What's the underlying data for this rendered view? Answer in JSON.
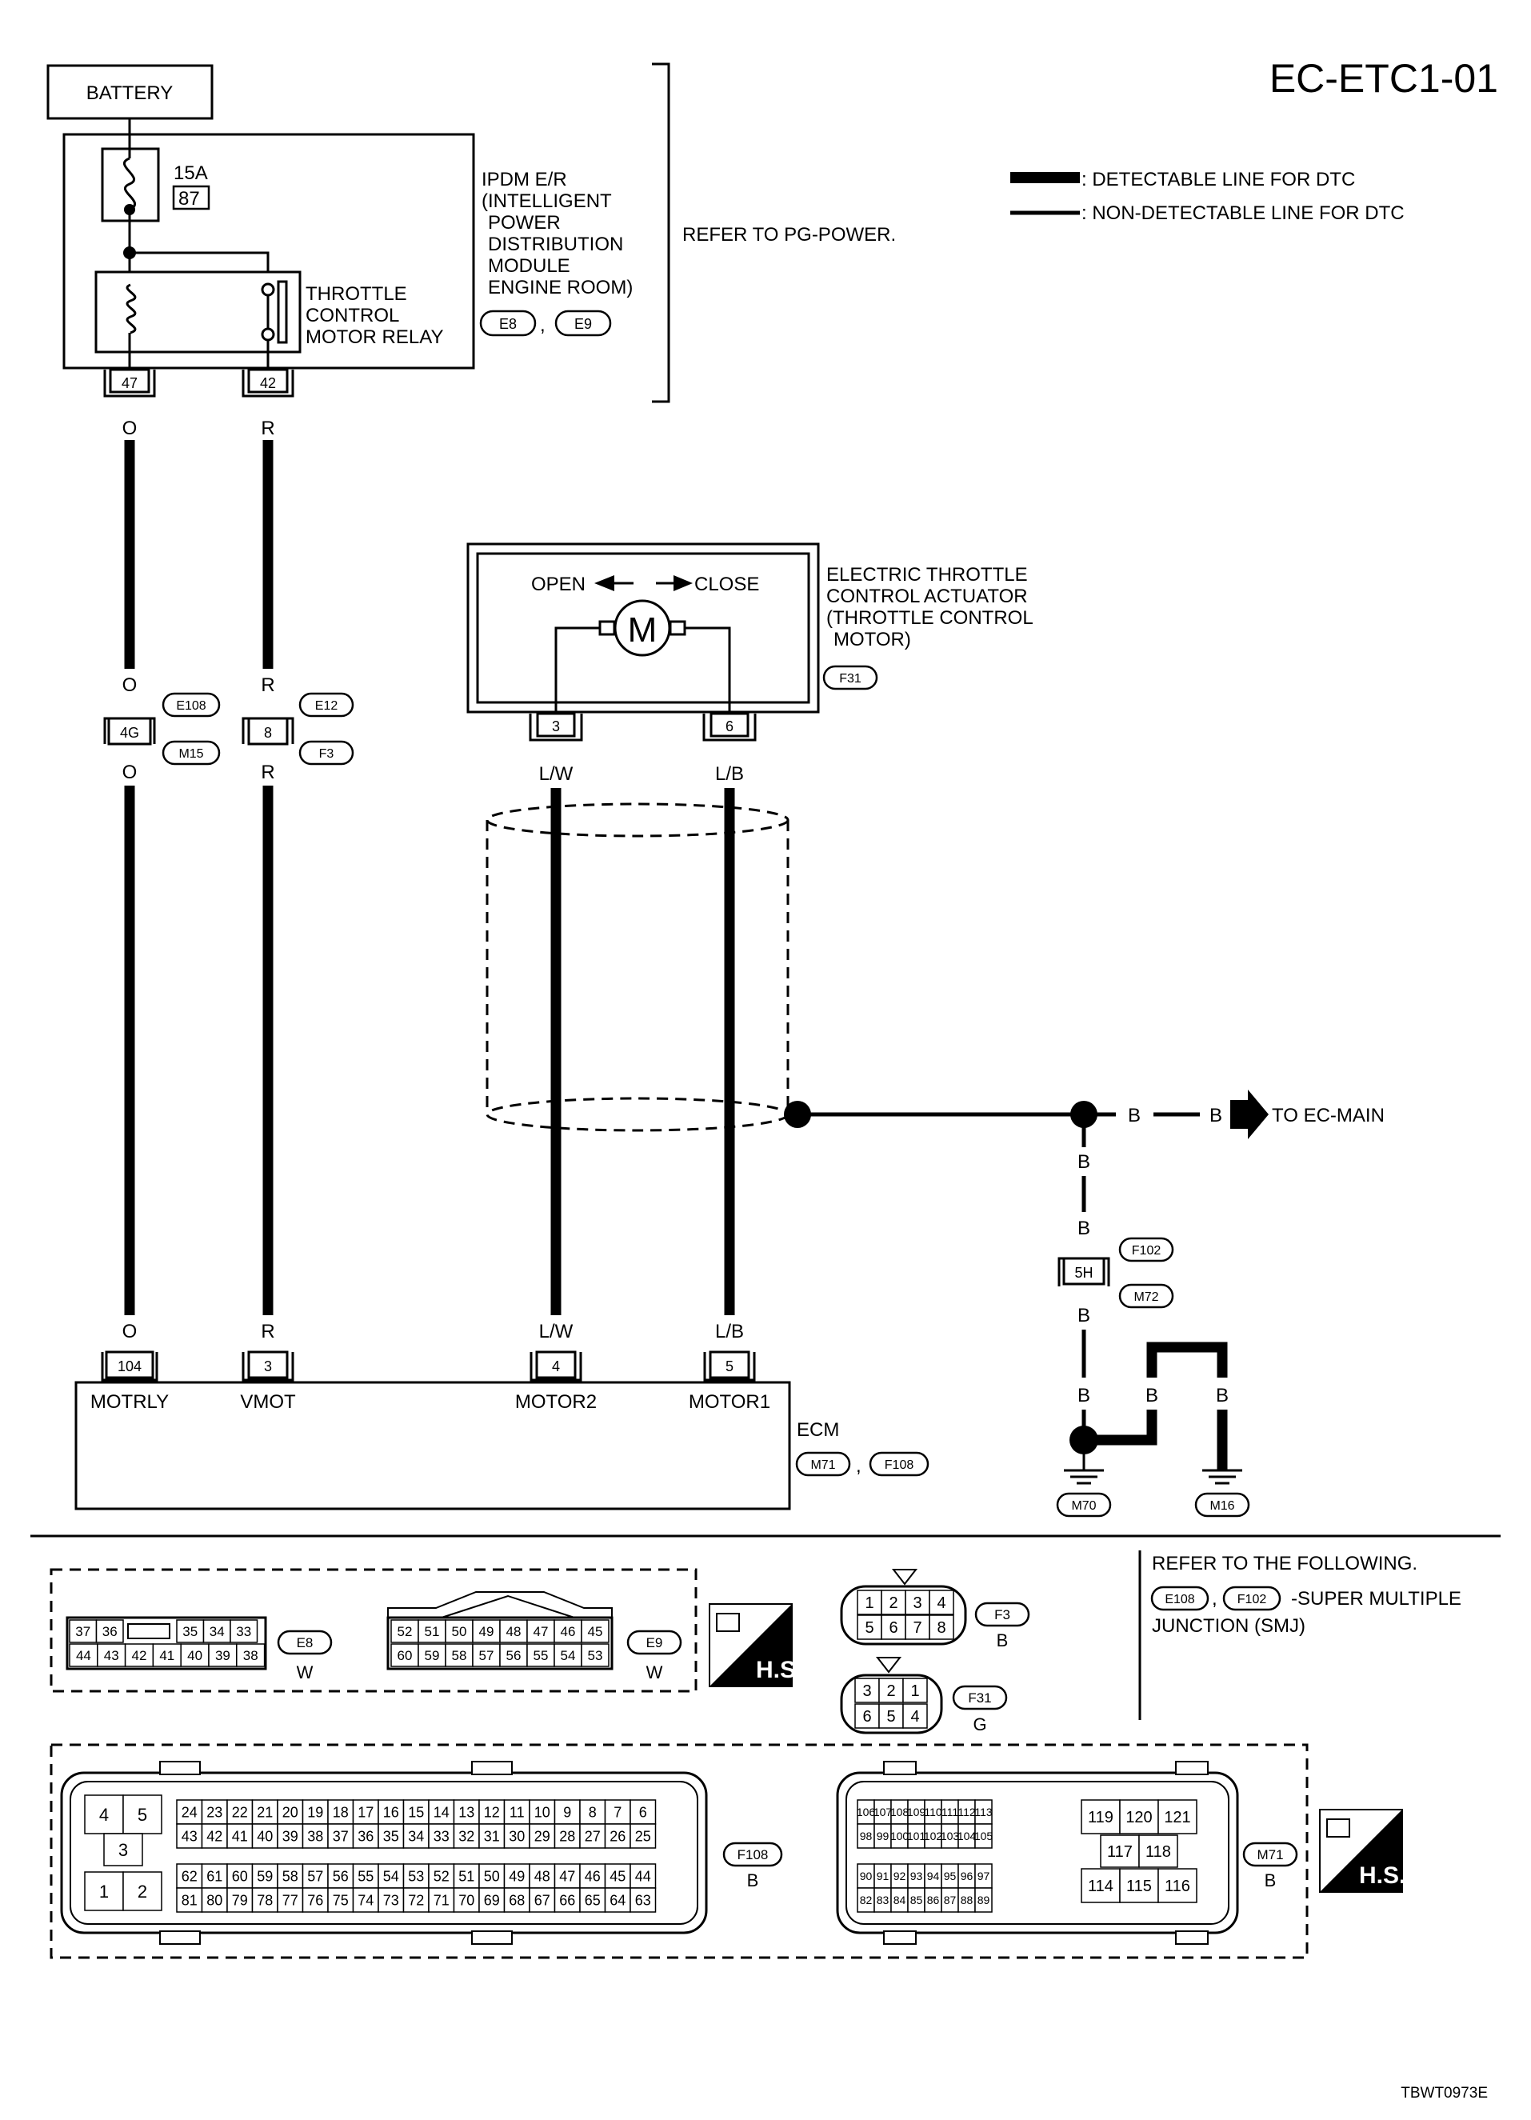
{
  "title": "EC-ETC1-01",
  "legend": {
    "detectable": ": DETECTABLE LINE FOR DTC",
    "non_detectable": ": NON-DETECTABLE LINE FOR DTC"
  },
  "battery": "BATTERY",
  "ipdm": {
    "fuse_amp": "15A",
    "fuse_no": "87",
    "lines": [
      "IPDM E/R",
      "(INTELLIGENT",
      "POWER",
      "DISTRIBUTION",
      "MODULE",
      "ENGINE ROOM)"
    ],
    "connectors": [
      "E8",
      "E9"
    ],
    "relay": [
      "THROTTLE",
      "CONTROL",
      "MOTOR RELAY"
    ],
    "pin_a": "47",
    "pin_b": "42",
    "refer": "REFER TO PG-POWER."
  },
  "actuator": {
    "lines": [
      "ELECTRIC THROTTLE",
      "CONTROL ACTUATOR",
      "(THROTTLE CONTROL",
      "MOTOR)"
    ],
    "connector": "F31",
    "open": "OPEN",
    "close": "CLOSE",
    "motor": "M",
    "pin_a": "3",
    "pin_b": "6"
  },
  "wires": {
    "o": "O",
    "r": "R",
    "lw": "L/W",
    "lb": "L/B",
    "b": "B"
  },
  "joints": {
    "j1_pin": "4G",
    "j1_top": "E108",
    "j1_bot": "M15",
    "j2_pin": "8",
    "j2_top": "E12",
    "j2_bot": "F3",
    "j3_pin": "5H",
    "j3_top": "F102",
    "j3_bot": "M72"
  },
  "to_main": "TO EC-MAIN",
  "grounds": [
    "M70",
    "M16"
  ],
  "ecm": {
    "label": "ECM",
    "connectors": [
      "M71",
      "F108"
    ],
    "pins": [
      "104",
      "3",
      "4",
      "5"
    ],
    "names": [
      "MOTRLY",
      "VMOT",
      "MOTOR2",
      "MOTOR1"
    ]
  },
  "connector_views": {
    "e8": {
      "id": "E8",
      "color": "W",
      "rows": [
        [
          "37",
          "36",
          "",
          "35",
          "34",
          "33"
        ],
        [
          "44",
          "43",
          "42",
          "41",
          "40",
          "39",
          "38"
        ]
      ]
    },
    "e9": {
      "id": "E9",
      "color": "W",
      "rows": [
        [
          "52",
          "51",
          "50",
          "49",
          "48",
          "47",
          "46",
          "45"
        ],
        [
          "60",
          "59",
          "58",
          "57",
          "56",
          "55",
          "54",
          "53"
        ]
      ]
    },
    "hs": "H.S.",
    "f3": {
      "id": "F3",
      "color": "B",
      "rows": [
        [
          "1",
          "2",
          "3",
          "4"
        ],
        [
          "5",
          "6",
          "7",
          "8"
        ]
      ]
    },
    "f31": {
      "id": "F31",
      "color": "G",
      "rows": [
        [
          "3",
          "2",
          "1"
        ],
        [
          "6",
          "5",
          "4"
        ]
      ]
    },
    "f108": {
      "id": "F108",
      "color": "B",
      "left": [
        "4",
        "5",
        "3",
        "1",
        "2"
      ],
      "rows": [
        [
          "24",
          "23",
          "22",
          "21",
          "20",
          "19",
          "18",
          "17",
          "16",
          "15",
          "14",
          "13",
          "12",
          "11",
          "10",
          "9",
          "8",
          "7",
          "6"
        ],
        [
          "43",
          "42",
          "41",
          "40",
          "39",
          "38",
          "37",
          "36",
          "35",
          "34",
          "33",
          "32",
          "31",
          "30",
          "29",
          "28",
          "27",
          "26",
          "25"
        ],
        [
          "62",
          "61",
          "60",
          "59",
          "58",
          "57",
          "56",
          "55",
          "54",
          "53",
          "52",
          "51",
          "50",
          "49",
          "48",
          "47",
          "46",
          "45",
          "44"
        ],
        [
          "81",
          "80",
          "79",
          "78",
          "77",
          "76",
          "75",
          "74",
          "73",
          "72",
          "71",
          "70",
          "69",
          "68",
          "67",
          "66",
          "65",
          "64",
          "63"
        ]
      ]
    },
    "m71": {
      "id": "M71",
      "color": "B",
      "rows": [
        [
          "106",
          "107",
          "108",
          "109",
          "110",
          "111",
          "112",
          "113"
        ],
        [
          "98",
          "99",
          "100",
          "101",
          "102",
          "103",
          "104",
          "105"
        ],
        [
          "90",
          "91",
          "92",
          "93",
          "94",
          "95",
          "96",
          "97"
        ],
        [
          "82",
          "83",
          "84",
          "85",
          "86",
          "87",
          "88",
          "89"
        ]
      ],
      "right": [
        [
          "119",
          "120",
          "121"
        ],
        [
          "117",
          "118"
        ],
        [
          "114",
          "115",
          "116"
        ]
      ]
    }
  },
  "refer_following": "REFER TO THE FOLLOWING.",
  "smj": {
    "c1": "E108",
    "c2": "F102",
    "text": "-SUPER MULTIPLE",
    "text2": "JUNCTION (SMJ)"
  },
  "code": "TBWT0973E"
}
